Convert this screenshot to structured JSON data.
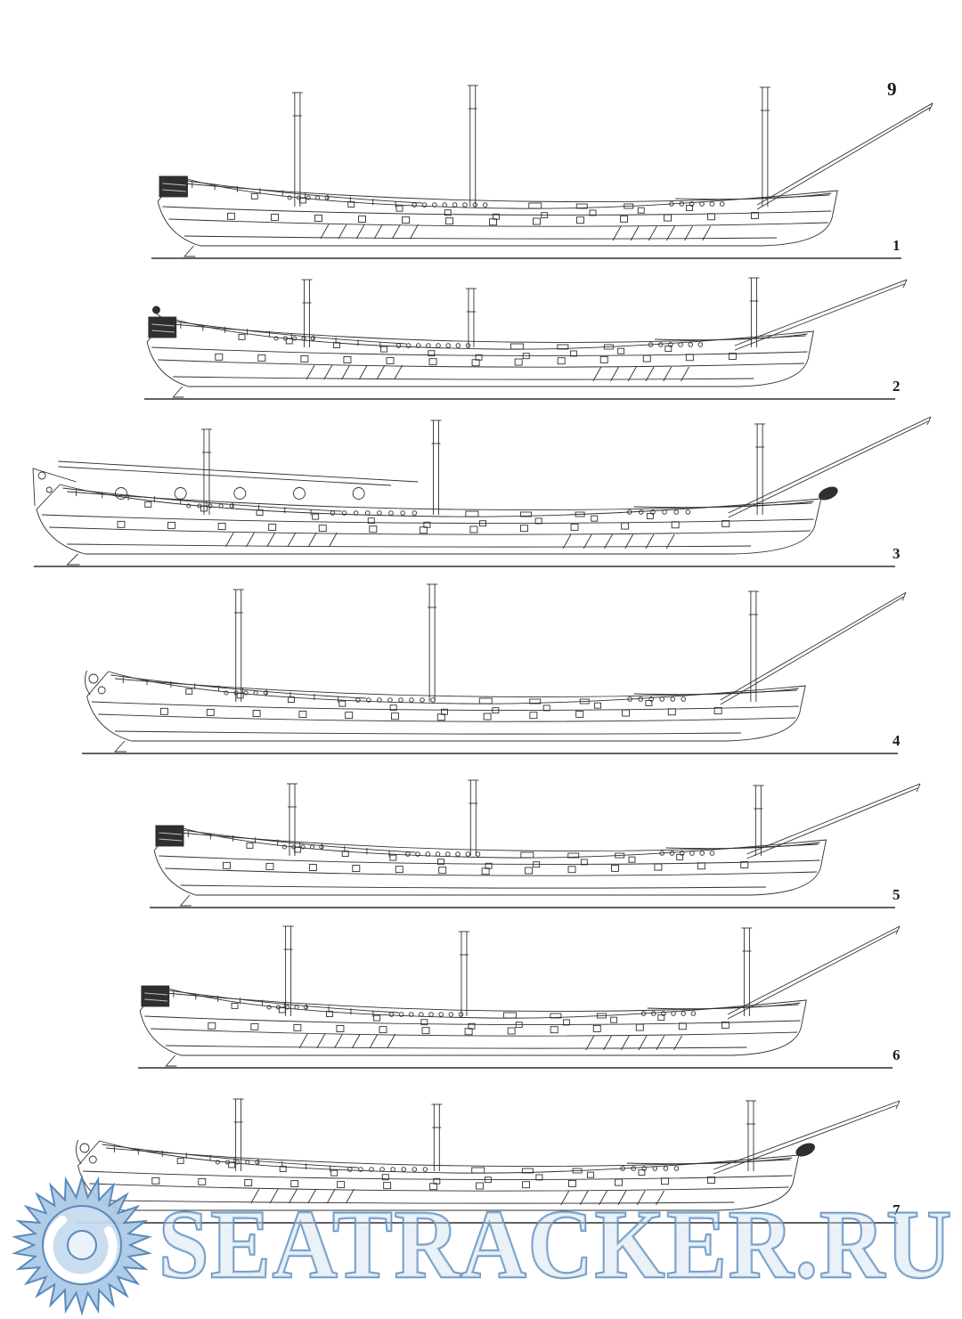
{
  "page": {
    "number": "9"
  },
  "figures": [
    {
      "number": "1"
    },
    {
      "number": "2"
    },
    {
      "number": "3"
    },
    {
      "number": "4"
    },
    {
      "number": "5"
    },
    {
      "number": "6"
    },
    {
      "number": "7"
    }
  ],
  "watermark": {
    "text": "SEATRACKER.RU"
  },
  "colors": {
    "ink": "#2f2f2f",
    "watermark_blue": "#4e82b8",
    "watermark_fill": "#cfe0f0",
    "sun_fill": "#abc9e5",
    "sun_inner": "#c7dbee",
    "sun_core": "#e9f2fa"
  }
}
